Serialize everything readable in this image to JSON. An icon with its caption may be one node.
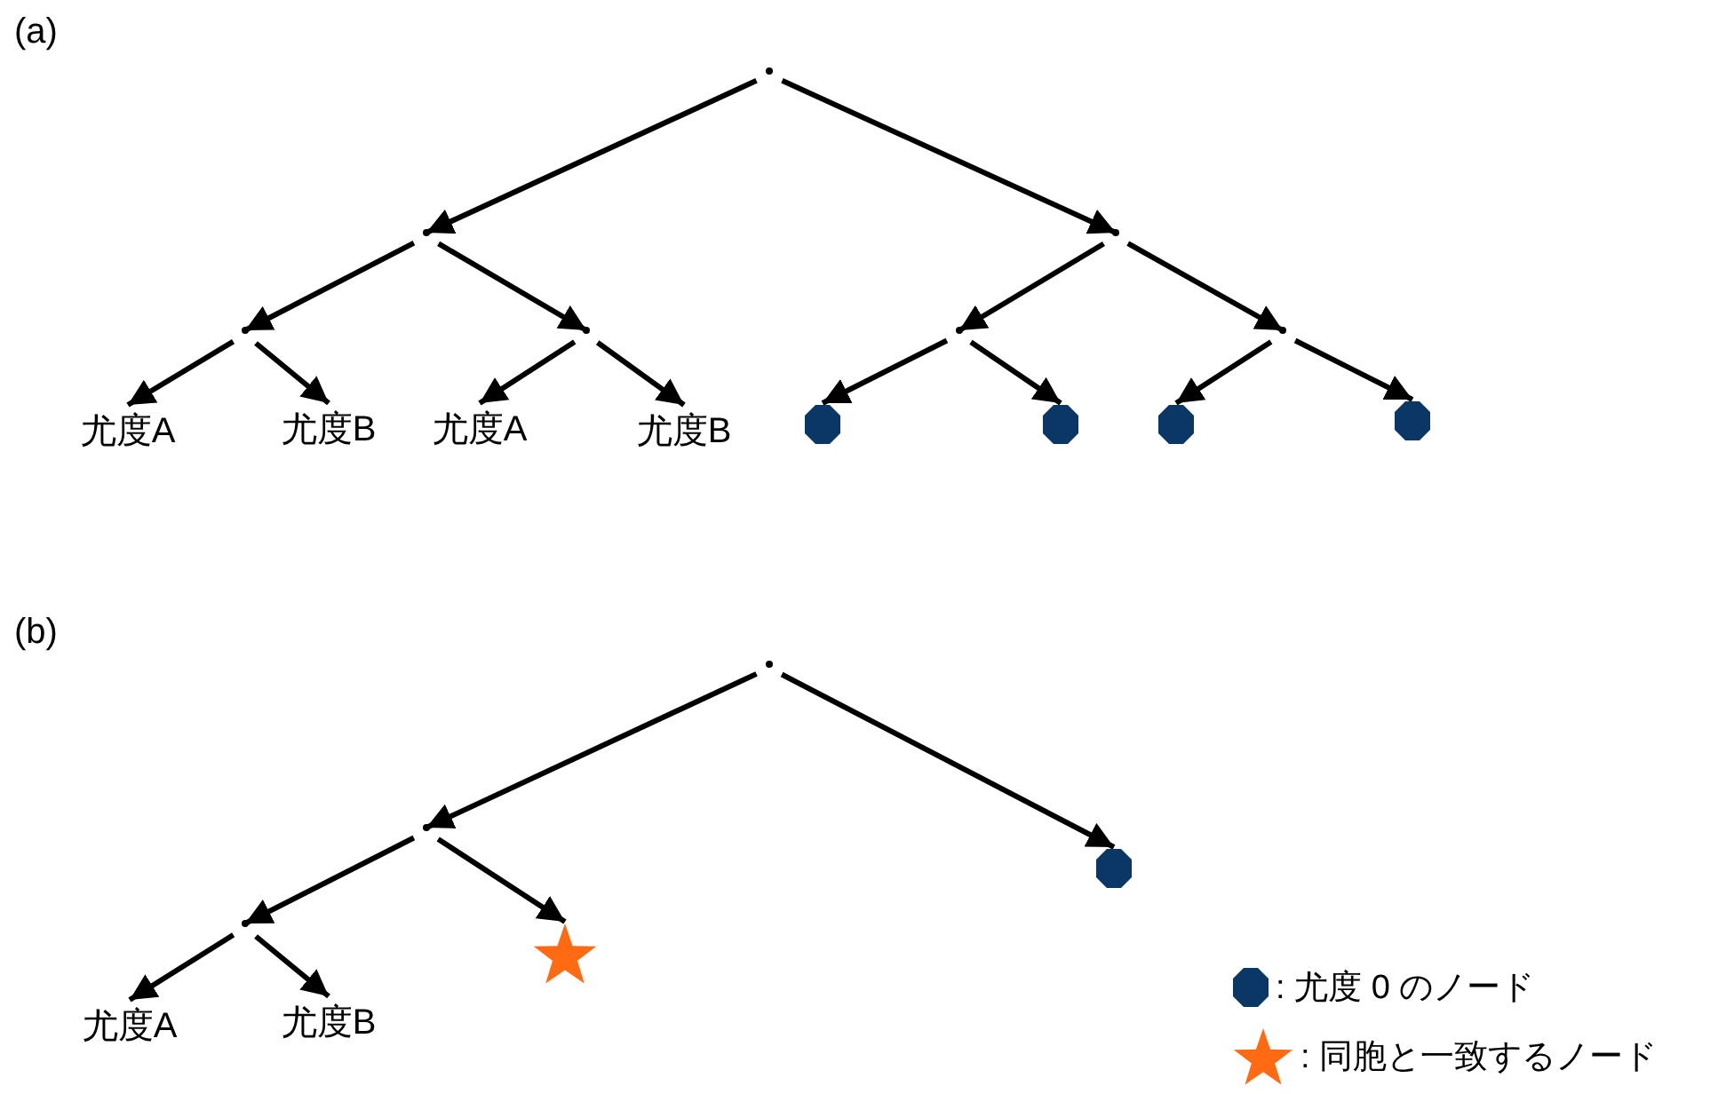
{
  "diagram": {
    "nodes": [
      {
        "text": [],
        "shape": "point"
      },
      {
        "text": [],
        "shape": "point"
      },
      {
        "text": [],
        "shape": "point"
      },
      {
        "text": [],
        "shape": "point"
      },
      {
        "text": [],
        "shape": "point"
      },
      {
        "text": [],
        "shape": "point"
      },
      {
        "text": [],
        "shape": "point"
      },
      {
        "text": [
          "尤度A"
        ]
      },
      {
        "text": [
          "尤度B"
        ]
      },
      {
        "text": [
          "尤度A"
        ]
      },
      {
        "text": [
          "尤度B"
        ]
      },
      {
        "text": [],
        "shape": "octagon"
      },
      {
        "text": [],
        "shape": "octagon"
      },
      {
        "text": [],
        "shape": "octagon"
      },
      {
        "text": [],
        "shape": "octagon"
      },
      {
        "text": [],
        "shape": "point"
      },
      {
        "text": [],
        "shape": "point"
      },
      {
        "text": [],
        "shape": "octagon"
      },
      {
        "text": [],
        "shape": "point"
      },
      {
        "text": [],
        "shape": "star"
      },
      {
        "text": [
          "尤度A"
        ]
      },
      {
        "text": [
          "尤度B"
        ]
      }
    ],
    "edges": [
      {
        "from": 0,
        "to": 1,
        "arrow": "to"
      },
      {
        "from": 0,
        "to": 2,
        "arrow": "to"
      },
      {
        "from": 1,
        "to": 3,
        "arrow": "to"
      },
      {
        "from": 1,
        "to": 4,
        "arrow": "to"
      },
      {
        "from": 2,
        "to": 5,
        "arrow": "to"
      },
      {
        "from": 2,
        "to": 6,
        "arrow": "to"
      },
      {
        "from": 3,
        "to": 7,
        "arrow": "to"
      },
      {
        "from": 3,
        "to": 8,
        "arrow": "to"
      },
      {
        "from": 4,
        "to": 9,
        "arrow": "to"
      },
      {
        "from": 4,
        "to": 10,
        "arrow": "to"
      },
      {
        "from": 5,
        "to": 11,
        "arrow": "to"
      },
      {
        "from": 5,
        "to": 12,
        "arrow": "to"
      },
      {
        "from": 6,
        "to": 13,
        "arrow": "to"
      },
      {
        "from": 6,
        "to": 14,
        "arrow": "to"
      },
      {
        "from": 15,
        "to": 16,
        "arrow": "to"
      },
      {
        "from": 15,
        "to": 17,
        "arrow": "to"
      },
      {
        "from": 16,
        "to": 18,
        "arrow": "to"
      },
      {
        "from": 16,
        "to": 19,
        "arrow": "to"
      },
      {
        "from": 18,
        "to": 20,
        "arrow": "to"
      },
      {
        "from": 18,
        "to": 21,
        "arrow": "to"
      }
    ],
    "labels": [
      "(a)",
      "(b)"
    ],
    "legend": [
      {
        "text": ": 尤度 0 のノード"
      },
      {
        "text": ": 同胞と一致するノード"
      }
    ]
  }
}
